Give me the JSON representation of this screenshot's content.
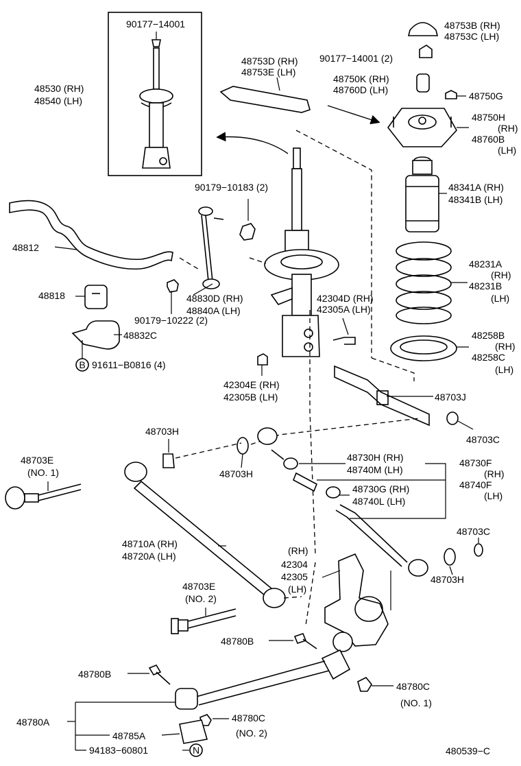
{
  "labels": {
    "inset_bolt": "90177−14001",
    "strut_rh": "48530 (RH)",
    "strut_lh": "48540 (LH)",
    "seat_d_rh": "48753D (RH)",
    "seat_e_lh": "48753E (LH)",
    "cap_b_rh": "48753B (RH)",
    "cap_c_lh": "48753C (LH)",
    "nut_2": "90177−14001 (2)",
    "bushing_k_rh": "48750K (RH)",
    "bushing_d_lh": "48760D (LH)",
    "nut_g": "48750G",
    "mount_h": "48750H",
    "mount_rh": "(RH)",
    "mount_b": "48760B",
    "mount_lh": "(LH)",
    "bumper_a_rh": "48341A (RH)",
    "bumper_b_lh": "48341B (LH)",
    "spring_a": "48231A",
    "spring_rh": "(RH)",
    "spring_b": "48231B",
    "spring_lh": "(LH)",
    "insul_b": "48258B",
    "insul_rh": "(RH)",
    "insul_c": "48258C",
    "insul_lh": "(LH)",
    "bolt_183": "90179−10183 (2)",
    "stabilizer": "48812",
    "bush_818": "48818",
    "bracket_832": "48832C",
    "bolt_b": "91611−B0816 (4)",
    "b_marker": "B",
    "link_d_rh": "48830D (RH)",
    "link_a_lh": "48840A (LH)",
    "nut_222": "90179−10222 (2)",
    "brkt_d_rh": "42304D (RH)",
    "brkt_a_lh": "42305A (LH)",
    "brkt_e_rh": "42304E (RH)",
    "brkt_b_lh": "42305B (LH)",
    "crossmember": "48703J",
    "cushion_h_top": "48703H",
    "cushion_h_mid": "48703H",
    "cushion_c_right": "48703C",
    "bolt_e1": "48703E",
    "bolt_e1_note": "(NO. 1)",
    "arm_h_rh": "48730H (RH)",
    "arm_m_lh": "48740M (LH)",
    "arm_f": "48730F",
    "arm_f_rh": "(RH)",
    "arm_f2": "48740F",
    "arm_f_lh": "(LH)",
    "arm_g_rh": "48730G (RH)",
    "arm_l_lh": "48740L (LH)",
    "lower_arm_rh": "48710A (RH)",
    "lower_arm_lh": "48720A (LH)",
    "cushion_c_lower": "48703C",
    "cushion_h_lower": "48703H",
    "knuckle_rh_tag": "(RH)",
    "knuckle_rh": "42304",
    "knuckle_lh": "42305",
    "knuckle_lh_tag": "(LH)",
    "bolt_e2": "48703E",
    "bolt_e2_note": "(NO. 2)",
    "bolt_780b_1": "48780B",
    "bolt_780b_2": "48780B",
    "nut_780c_1": "48780C",
    "nut_780c_1_note": "(NO. 1)",
    "rod_780a": "48780A",
    "nut_780c_2": "48780C",
    "nut_780c_2_note": "(NO. 2)",
    "plate_785": "48785A",
    "bolt_94183": "94183−60801",
    "n_marker": "N",
    "figure_id": "480539−C"
  }
}
